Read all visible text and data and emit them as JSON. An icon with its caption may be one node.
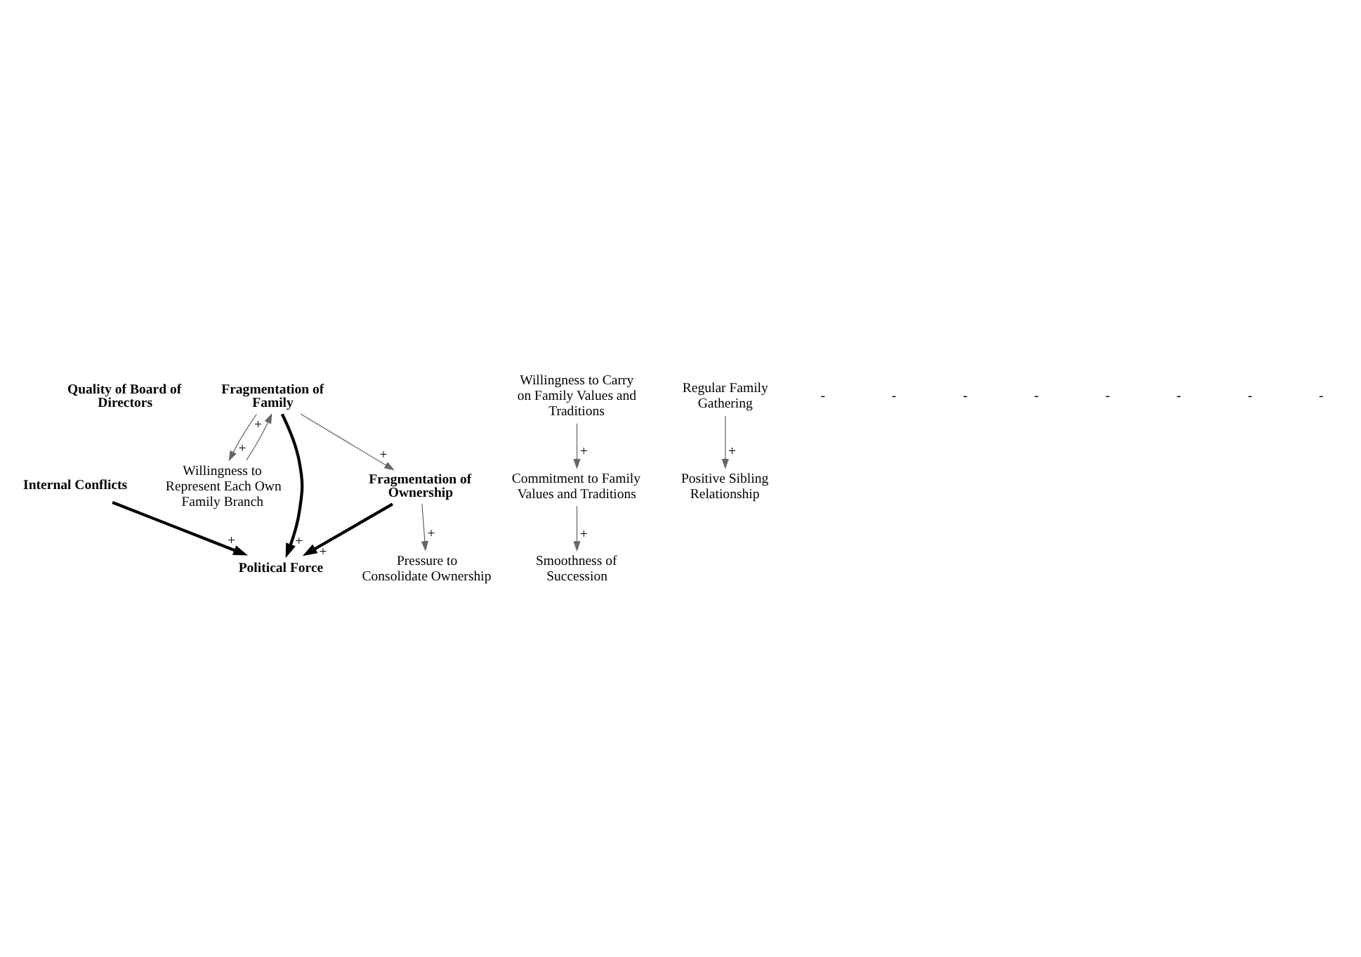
{
  "diagram": {
    "nodes": [
      {
        "text": [
          "Quality of Board of Directors"
        ]
      },
      {
        "text": [
          "Pressure to Consolidate Ownership"
        ]
      },
      {
        "text": [
          "Internal Conflicts"
        ]
      },
      {
        "text": [
          "Political Force"
        ]
      },
      {
        "text": [
          "Fragmentation of Ownership"
        ]
      },
      {
        "text": [
          "Willingness to Represent Each Own Family Branch"
        ]
      },
      {
        "text": [
          "Fragmentation of Family"
        ]
      },
      {
        "text": [
          "Smoothness of Succession"
        ]
      },
      {
        "text": [
          "Commitment to Family Values and Traditions"
        ]
      },
      {
        "text": [
          "Positive Sibling Relationship"
        ]
      },
      {
        "text": [
          "Willingness to Carry on Family Values and Traditions"
        ]
      },
      {
        "text": [
          "Regular Family Gathering"
        ]
      }
    ],
    "edges": [
      {
        "from": 2,
        "to": 3,
        "arrow": "to",
        "label": "+",
        "style": "thick",
        "color": "#000000"
      },
      {
        "from": 4,
        "to": 3,
        "arrow": "to",
        "label": "+",
        "style": "thick",
        "color": "#000000"
      },
      {
        "from": 6,
        "to": 3,
        "arrow": "to",
        "label": "+",
        "style": "thick",
        "color": "#000000"
      },
      {
        "from": 4,
        "to": 1,
        "arrow": "to",
        "label": "+"
      },
      {
        "from": 6,
        "to": 4,
        "arrow": "to",
        "label": "+"
      },
      {
        "from": 6,
        "to": 5,
        "arrow": "to",
        "label": "+"
      },
      {
        "from": 5,
        "to": 6,
        "arrow": "to",
        "label": "+"
      },
      {
        "from": 8,
        "to": 7,
        "arrow": "to",
        "label": "+"
      },
      {
        "from": 10,
        "to": 8,
        "arrow": "to",
        "label": "+"
      },
      {
        "from": 11,
        "to": 9,
        "arrow": "to",
        "label": "+"
      }
    ],
    "labels": [
      "-",
      "-",
      "-",
      "-",
      "-",
      "-",
      "-",
      "-"
    ]
  }
}
